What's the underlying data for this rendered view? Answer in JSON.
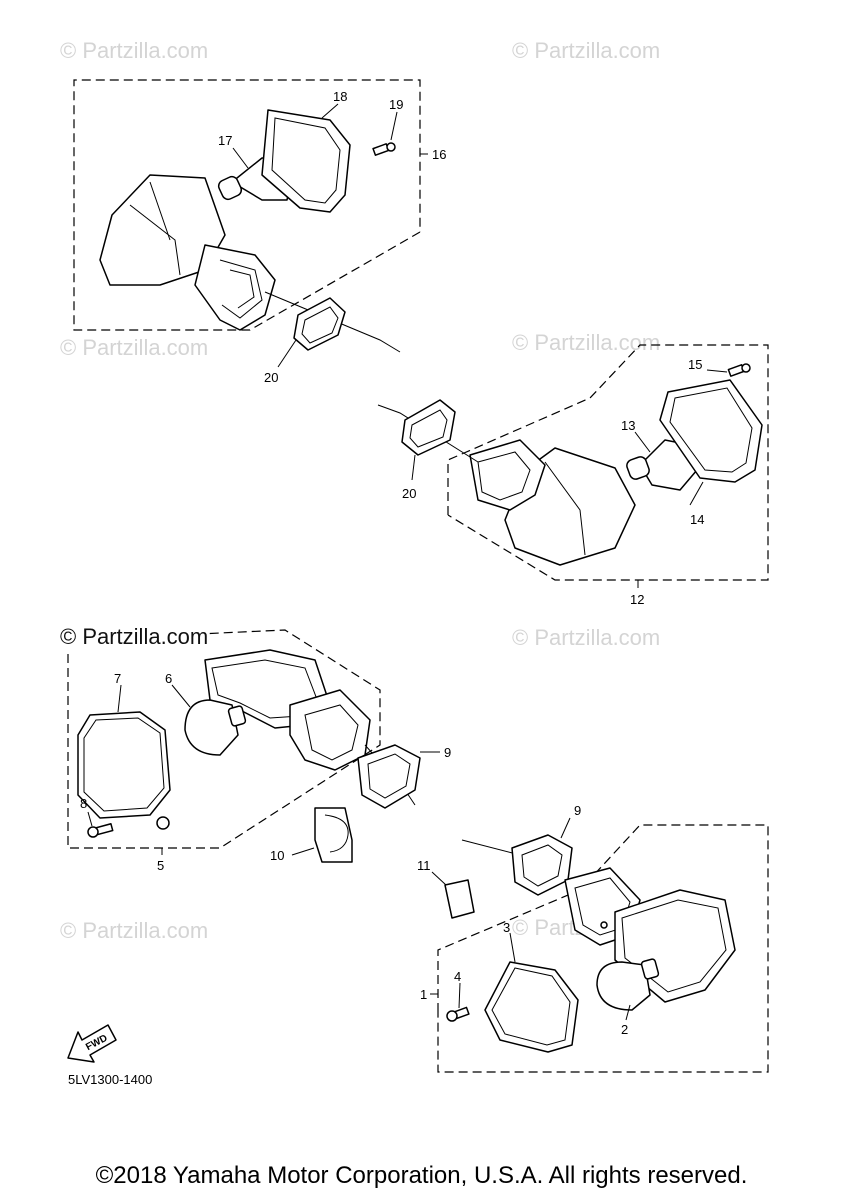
{
  "watermarks": [
    "© Partzilla.com",
    "© Partzilla.com",
    "© Partzilla.com",
    "© Partzilla.com",
    "© Partzilla.com",
    "© Partzilla.com",
    "© Partzilla.com"
  ],
  "watermark_prominent": "© Partzilla.com",
  "callouts": {
    "c1": "1",
    "c2": "2",
    "c3": "3",
    "c4": "4",
    "c5": "5",
    "c6": "6",
    "c7": "7",
    "c8": "8",
    "c9a": "9",
    "c9b": "9",
    "c10": "10",
    "c11": "11",
    "c12": "12",
    "c13": "13",
    "c14": "14",
    "c15": "15",
    "c16": "16",
    "c17": "17",
    "c18": "18",
    "c19": "19",
    "c20a": "20",
    "c20b": "20"
  },
  "fwd_label": "FWD",
  "diagram_code": "5LV1300-1400",
  "copyright": "©2018 Yamaha Motor Corporation, U.S.A. All rights reserved."
}
